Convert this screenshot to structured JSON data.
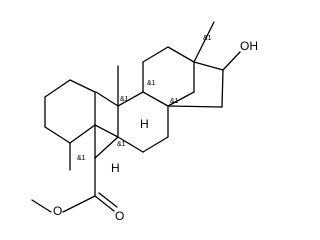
{
  "molecule": {
    "stereo_label": "&1",
    "hydroxyl_label": "OH",
    "hydrogen_label": "H",
    "oxygen_label": "O"
  }
}
